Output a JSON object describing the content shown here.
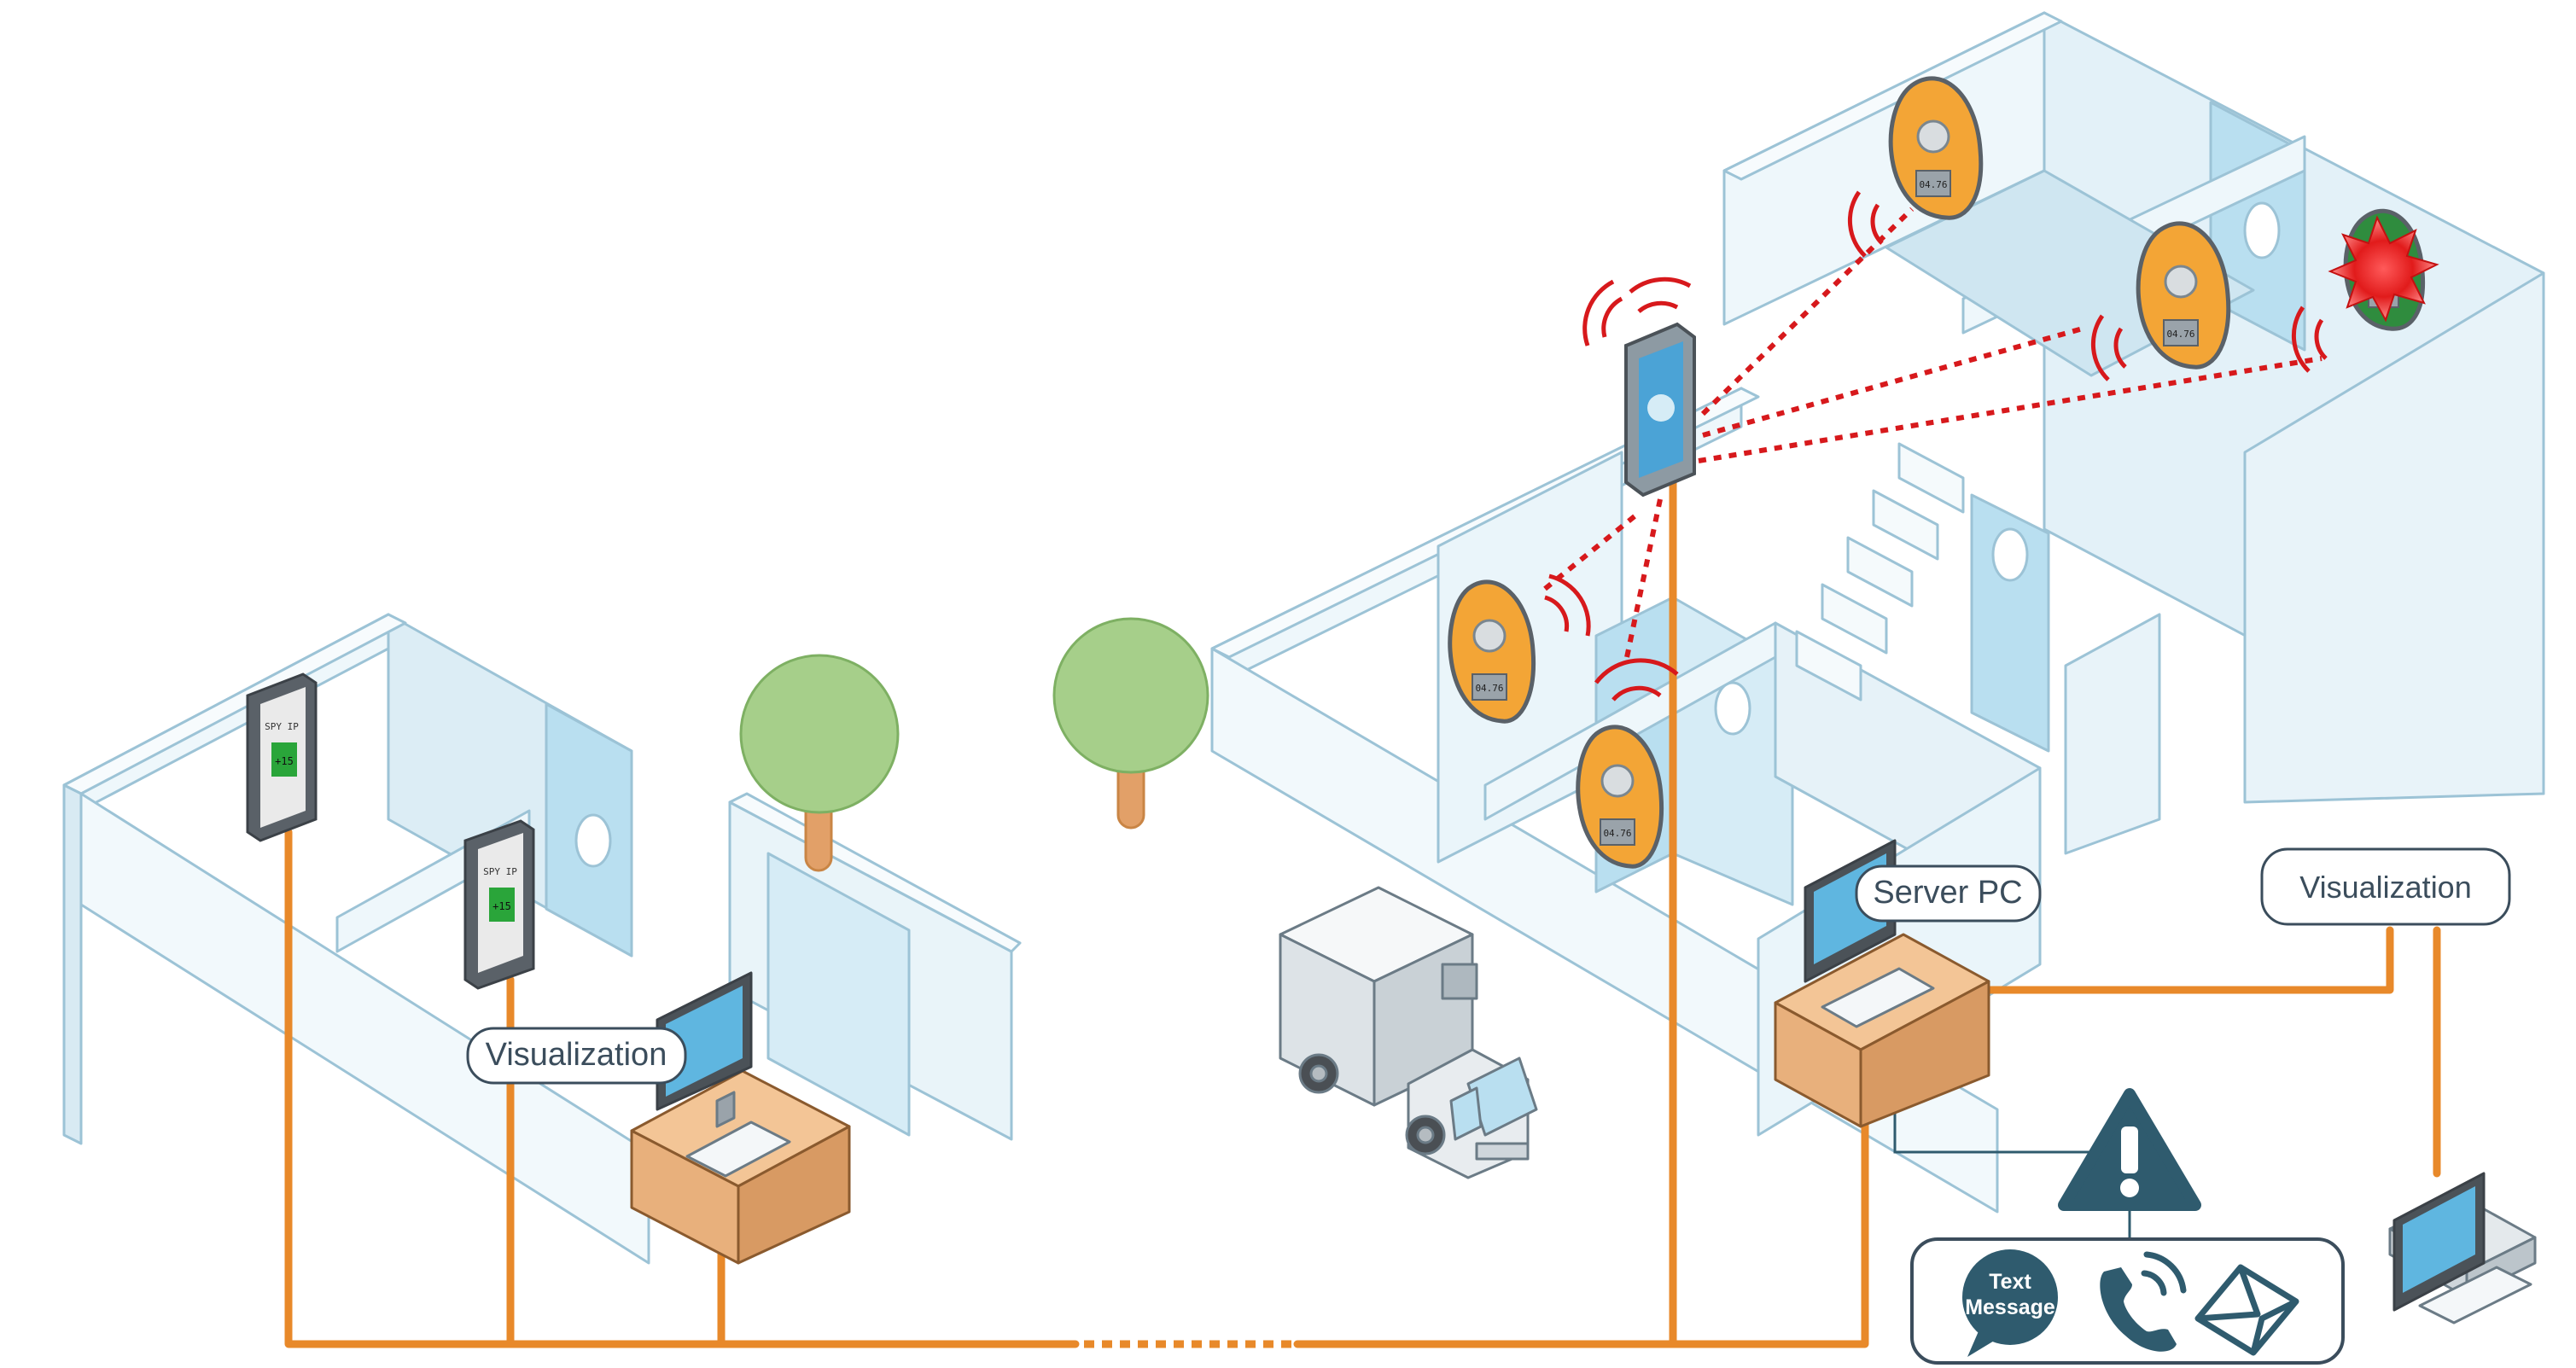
{
  "labels": {
    "visualization_left": "Visualization",
    "server_pc": "Server PC",
    "visualization_right": "Visualization",
    "text_message": [
      "Text",
      "Message"
    ]
  },
  "devices": {
    "panel_brand": "SPY IP",
    "panel_value": "+15",
    "logger_reading": "04.76"
  },
  "icons": {
    "alert": "warning-triangle-icon",
    "sms": "text-message-bubble-icon",
    "call": "phone-call-icon",
    "email": "envelope-icon",
    "alarm": "alarm-burst-icon"
  },
  "colors": {
    "cable": "#e8892a",
    "wireless_link": "#d7191c",
    "wall": "#e6f3fa",
    "wall_edge": "#9cc3d6",
    "glass": "#b9dff0",
    "desk": "#e8b07c",
    "tree": "#a6cf8a",
    "trunk": "#e2a068",
    "logger": "#f3a536",
    "alert_icon": "#2f5b6e"
  }
}
